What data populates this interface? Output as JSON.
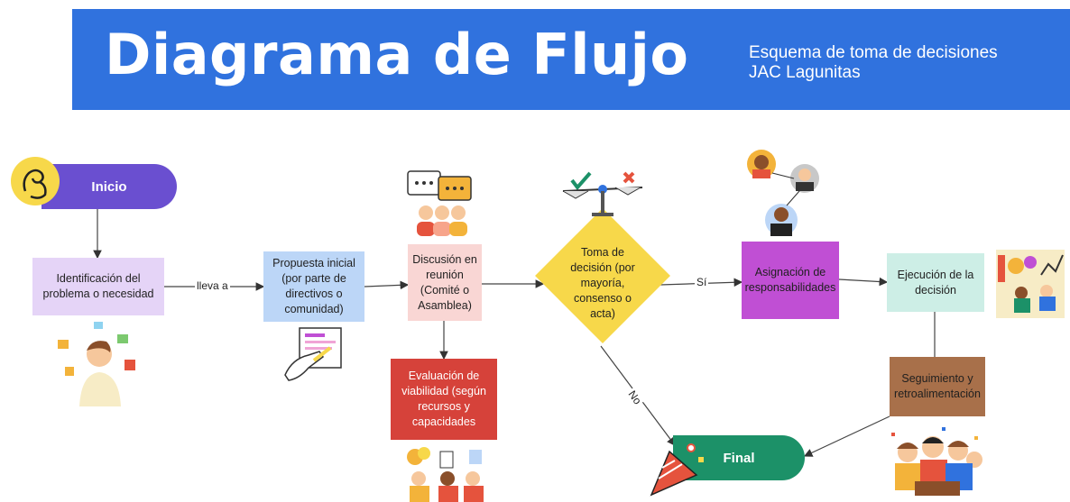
{
  "header": {
    "title": "Diagrama de Flujo",
    "subtitle_line1": "Esquema de toma de decisiones",
    "subtitle_line2": "JAC Lagunitas"
  },
  "nodes": {
    "inicio": "Inicio",
    "identificacion": "Identificación del problema o necesidad",
    "propuesta": "Propuesta inicial (por parte de directivos o comunidad)",
    "discusion": "Discusión en reunión (Comité o Asamblea)",
    "evaluacion": "Evaluación de viabilidad (según recursos y capacidades",
    "decision": "Toma de decisión (por mayoría, consenso o acta)",
    "asignacion": "Asignación de responsabilidades",
    "ejecucion": "Ejecución de la decisión",
    "seguimiento": "Seguimiento y retroalimentación",
    "final": "Final"
  },
  "edges": {
    "lleva_a": "lleva a",
    "si": "Sí",
    "no": "No"
  },
  "colors": {
    "banner": "#3072de",
    "inicio": "#6a4fd0",
    "identificacion": "#e5d4f7",
    "propuesta": "#bcd6f7",
    "discusion": "#f9d6d4",
    "evaluacion": "#d6423a",
    "decision": "#f7d84a",
    "asignacion": "#c04fd4",
    "ejecucion": "#cdeee6",
    "seguimiento": "#a8704a",
    "final": "#1c9168"
  },
  "icons": [
    "ok-hand-icon",
    "thinking-person-icon",
    "writing-hand-icon",
    "chat-group-icon",
    "handshake-team-icon",
    "balance-scale-icon",
    "team-people-icon",
    "work-collage-icon",
    "celebration-group-icon",
    "party-popper-icon"
  ]
}
